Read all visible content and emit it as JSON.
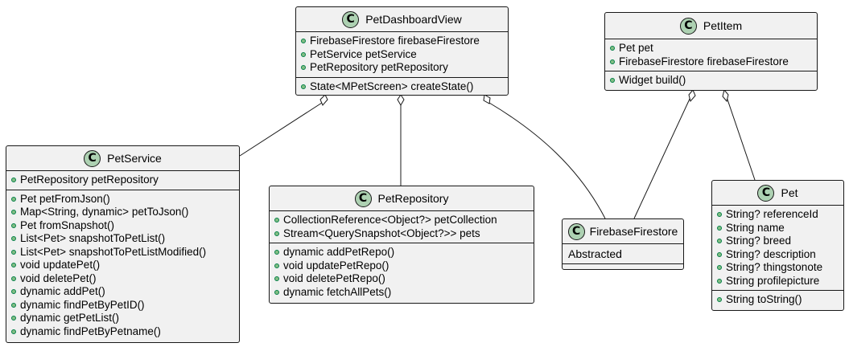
{
  "colors": {
    "box_fill": "#f1f1f1",
    "border": "#181818",
    "stereotype_circle": "#add1b2",
    "visibility_public": "#84be84",
    "edge": "#181818"
  },
  "stereotype_letter": "C",
  "classes": {
    "pet_dashboard_view": {
      "name": "PetDashboardView",
      "fields": [
        "FirebaseFirestore firebaseFirestore",
        "PetService petService",
        "PetRepository petRepository"
      ],
      "methods": [
        "State<MPetScreen> createState()"
      ]
    },
    "pet_item": {
      "name": "PetItem",
      "fields": [
        "Pet pet",
        "FirebaseFirestore firebaseFirestore"
      ],
      "methods": [
        "Widget build()"
      ]
    },
    "pet_service": {
      "name": "PetService",
      "fields": [
        "PetRepository petRepository"
      ],
      "methods": [
        "Pet petFromJson()",
        "Map<String, dynamic> petToJson()",
        "Pet fromSnapshot()",
        "List<Pet> snapshotToPetList()",
        "List<Pet> snapshotToPetListModified()",
        "void updatePet()",
        "void deletePet()",
        "dynamic addPet()",
        "dynamic findPetByPetID()",
        "dynamic getPetList()",
        "dynamic findPetByPetname()"
      ]
    },
    "pet_repository": {
      "name": "PetRepository",
      "fields": [
        "CollectionReference<Object?> petCollection",
        "Stream<QuerySnapshot<Object?>> pets"
      ],
      "methods": [
        "dynamic addPetRepo()",
        "void updatePetRepo()",
        "void deletePetRepo()",
        "dynamic fetchAllPets()"
      ]
    },
    "firebase_firestore": {
      "name": "FirebaseFirestore",
      "note": "Abstracted"
    },
    "pet": {
      "name": "Pet",
      "fields": [
        "String? referenceId",
        "String name",
        "String? breed",
        "String? description",
        "String? thingstonote",
        "String profilepicture"
      ],
      "methods": [
        "String toString()"
      ]
    }
  },
  "relationships": [
    {
      "from": "PetDashboardView",
      "to": "PetService",
      "type": "aggregation"
    },
    {
      "from": "PetDashboardView",
      "to": "PetRepository",
      "type": "aggregation"
    },
    {
      "from": "PetDashboardView",
      "to": "FirebaseFirestore",
      "type": "aggregation"
    },
    {
      "from": "PetItem",
      "to": "FirebaseFirestore",
      "type": "aggregation"
    },
    {
      "from": "PetItem",
      "to": "Pet",
      "type": "aggregation"
    }
  ]
}
